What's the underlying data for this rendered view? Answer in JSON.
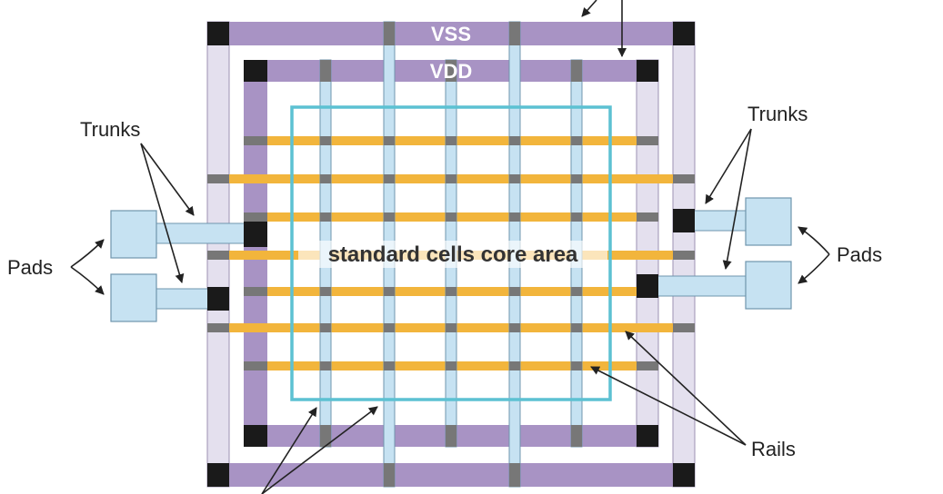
{
  "labels": {
    "vss": "VSS",
    "vdd": "VDD",
    "core": "standard cells core area",
    "trunks_left": "Trunks",
    "trunks_right": "Trunks",
    "pads_left": "Pads",
    "pads_right": "Pads",
    "rails": "Rails"
  },
  "colors": {
    "vss_ring": "#a893c4",
    "vdd_ring": "#a893c4",
    "ring_gap": "#e8e4f0",
    "corner": "#1a1a1a",
    "stripe": "#c6e2f2",
    "stripe_border": "#6f95ad",
    "rail": "#f2b53c",
    "via": "#777777",
    "core_outline": "#5cc1d2",
    "pad": "#c6e2f2",
    "pad_border": "#6f95ad",
    "arrow": "#222222"
  },
  "icons": {
    "corner_block": "square-black",
    "pad": "rectangle-pad"
  }
}
